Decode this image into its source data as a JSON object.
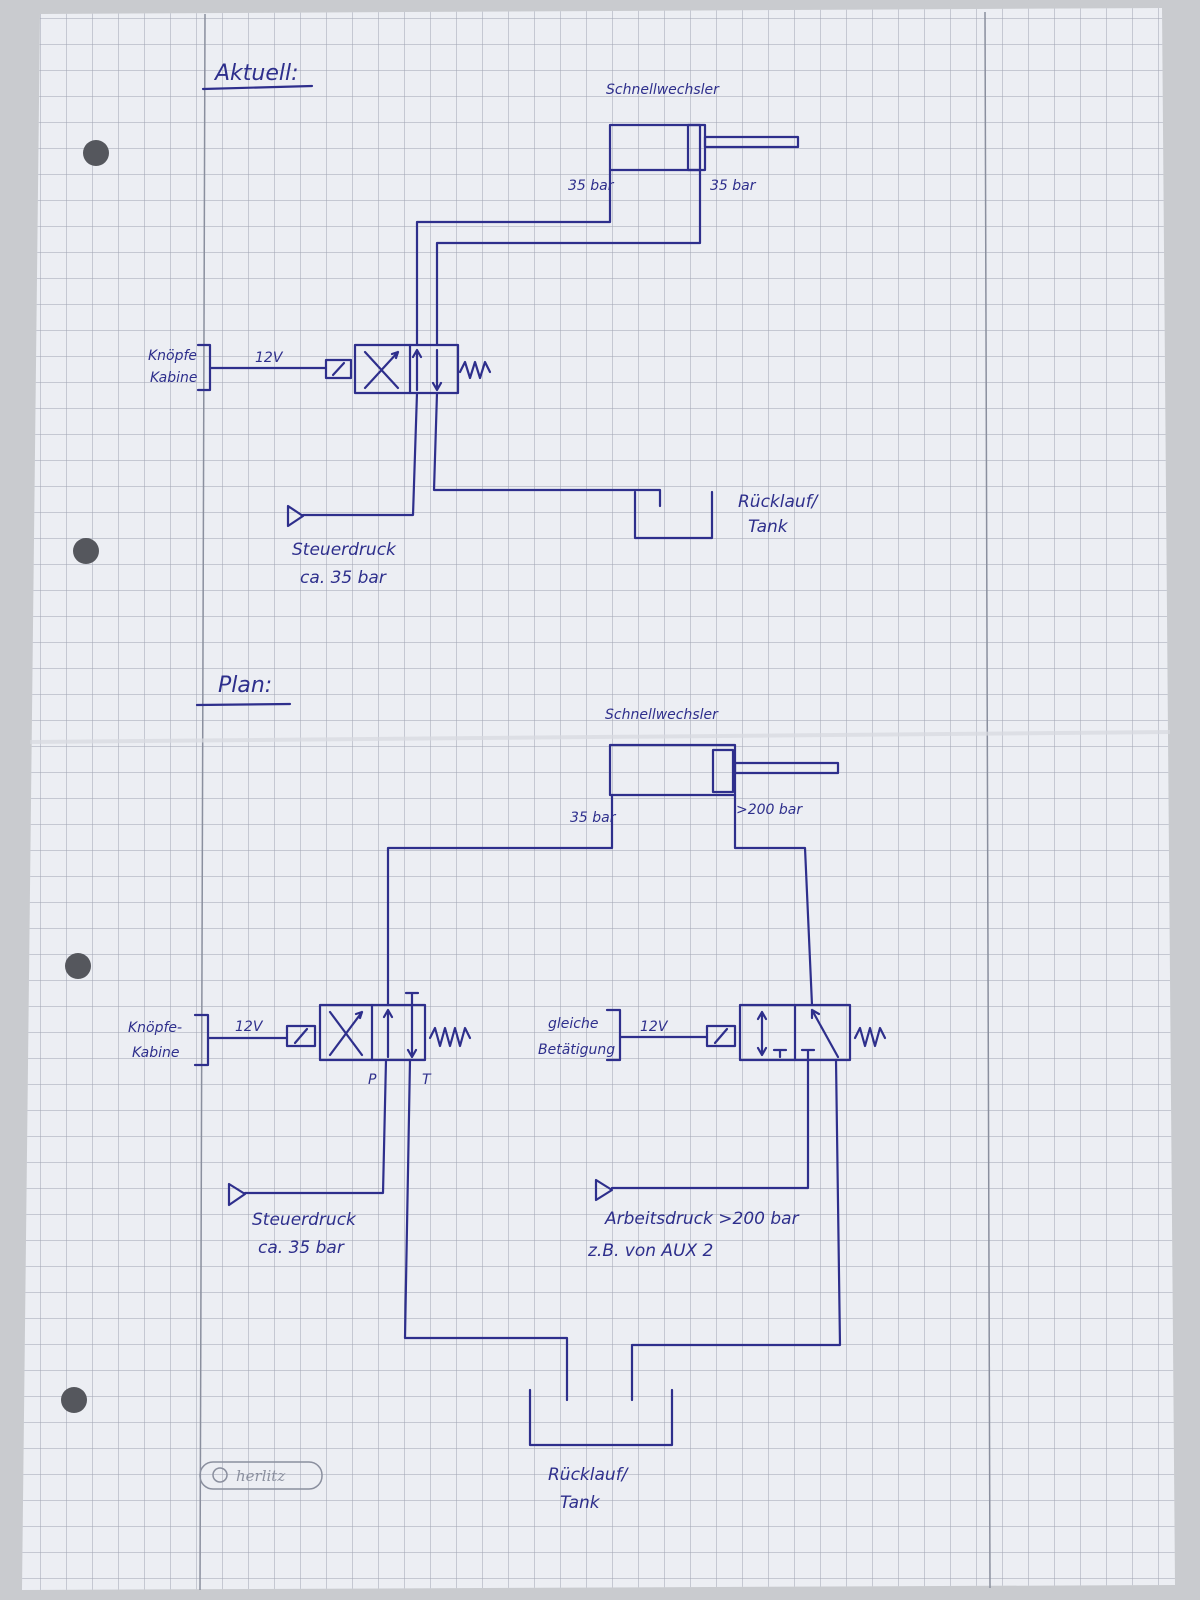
{
  "colors": {
    "ink": "#2e2f8c",
    "paper": "#eceef3",
    "grid": "#9ea3b2"
  },
  "logo": {
    "text": "herlitz"
  },
  "current": {
    "heading": "Aktuell:",
    "cylinder_label": "Schnellwechsler",
    "port_left_pressure": "35 bar",
    "port_right_pressure": "35 bar",
    "control_source": [
      "Knöpfe",
      "Kabine"
    ],
    "voltage": "12V",
    "pilot_pressure": [
      "Steuerdruck",
      "ca. 35 bar"
    ],
    "return": [
      "Rücklauf/",
      "Tank"
    ]
  },
  "plan": {
    "heading": "Plan:",
    "cylinder_label": "Schnellwechsler",
    "port_left_pressure": "35 bar",
    "port_right_pressure": ">200 bar",
    "control_source": [
      "Knöpfe-",
      "Kabine"
    ],
    "voltage": "12V",
    "port_p": "P",
    "port_t": "T",
    "pilot_pressure": [
      "Steuerdruck",
      "ca. 35 bar"
    ],
    "second_valve_control": [
      "gleiche",
      "Betätigung"
    ],
    "second_voltage": "12V",
    "second_valve_ports": [
      "T",
      "T"
    ],
    "work_pressure": [
      "Arbeitsdruck >200 bar",
      "z.B. von AUX 2"
    ],
    "return": [
      "Rücklauf/",
      "Tank"
    ]
  }
}
